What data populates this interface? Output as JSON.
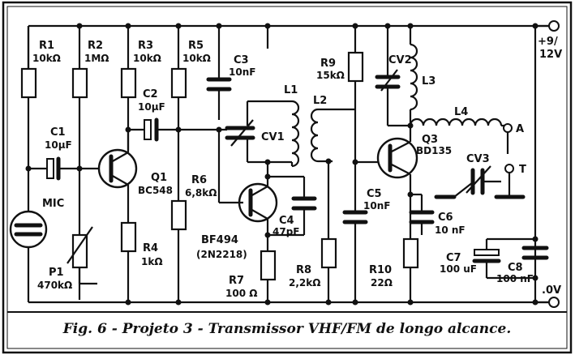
{
  "caption": "Fig. 6 - Projeto 3 - Transmissor VHF/FM de longo alcance.",
  "supply": {
    "positive": "+9/",
    "positive2": "12V",
    "ground": ".0V"
  },
  "components": {
    "R1": {
      "ref": "R1",
      "value": "10kΩ"
    },
    "R2": {
      "ref": "R2",
      "value": "1MΩ"
    },
    "R3": {
      "ref": "R3",
      "value": "10kΩ"
    },
    "R5": {
      "ref": "R5",
      "value": "10kΩ"
    },
    "C3": {
      "ref": "C3",
      "value": "10nF"
    },
    "R9": {
      "ref": "R9",
      "value": "15kΩ"
    },
    "CV2": {
      "ref": "CV2"
    },
    "L1": {
      "ref": "L1"
    },
    "L2": {
      "ref": "L2"
    },
    "L3": {
      "ref": "L3"
    },
    "L4": {
      "ref": "L4"
    },
    "C1": {
      "ref": "C1",
      "value": "10µF"
    },
    "C2": {
      "ref": "C2",
      "value": "10µF"
    },
    "CV1": {
      "ref": "CV1"
    },
    "Q1": {
      "ref": "Q1",
      "value": "BC548"
    },
    "Q3": {
      "ref": "Q3",
      "value": "BD135"
    },
    "CV3": {
      "ref": "CV3"
    },
    "R6": {
      "ref": "R6",
      "value": "6,8kΩ"
    },
    "MIC": {
      "ref": "MIC"
    },
    "C5": {
      "ref": "C5",
      "value": "10nF"
    },
    "C4": {
      "ref": "C4",
      "value": "47pF"
    },
    "C6": {
      "ref": "C6",
      "value": "10 nF"
    },
    "BF494": {
      "ref": "BF494",
      "value": "(2N2218)"
    },
    "R4": {
      "ref": "R4",
      "value": "1kΩ"
    },
    "P1": {
      "ref": "P1",
      "value": "470kΩ"
    },
    "C7": {
      "ref": "C7",
      "value": "100 uF"
    },
    "C8": {
      "ref": "C8",
      "value": "100 nF"
    },
    "R8": {
      "ref": "R8",
      "value": "2,2kΩ"
    },
    "R10": {
      "ref": "R10",
      "value": "22Ω"
    },
    "R7": {
      "ref": "R7",
      "value": "100 Ω"
    }
  },
  "terminals": {
    "A": "A",
    "T": "T"
  }
}
